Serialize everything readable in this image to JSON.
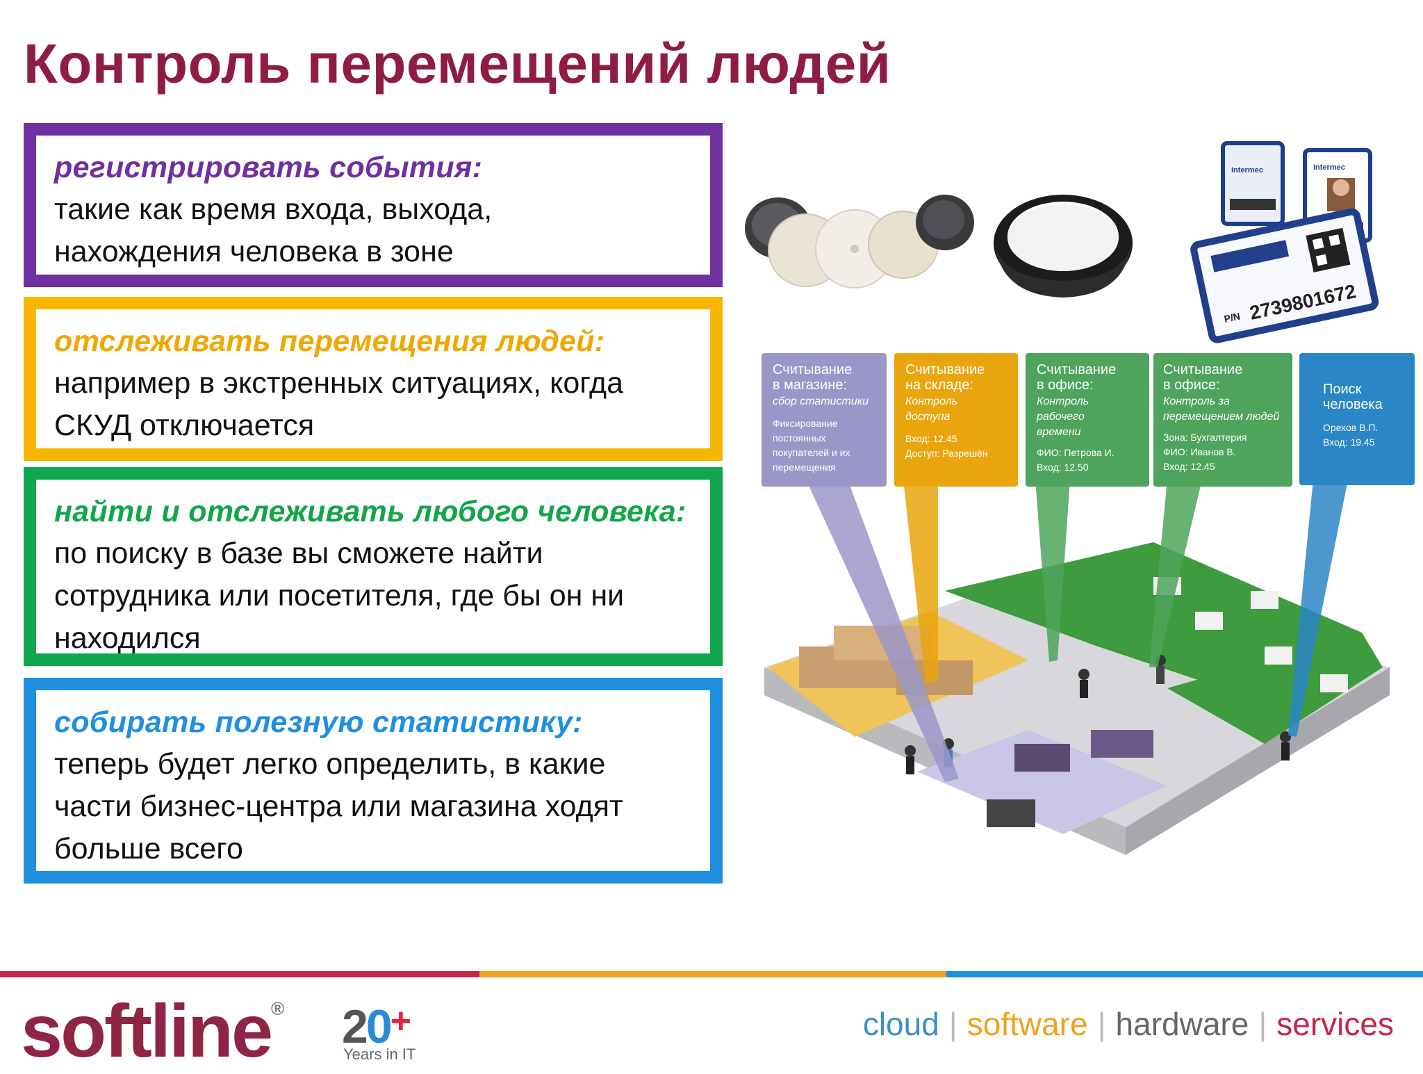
{
  "title": "Контроль перемещений людей",
  "boxes": [
    {
      "heading": "регистрировать события:",
      "lines": [
        "такие как время входа, выхода,",
        "нахождения человека в зоне"
      ]
    },
    {
      "heading": "отслеживать перемещения людей:",
      "lines": [
        "например в экстренных ситуациях, когда",
        "СКУД отключается"
      ]
    },
    {
      "heading": "найти и отслеживать любого человека:",
      "lines": [
        "по поиску в базе вы сможете найти",
        "сотрудника или посетителя, где бы он ни",
        "находился"
      ]
    },
    {
      "heading": "собирать полезную статистику:",
      "lines": [
        "теперь будет легко определить, в какие",
        "части бизнес-центра или магазина ходят",
        "больше всего"
      ]
    }
  ],
  "callouts": [
    {
      "t1": "Считывание",
      "t2": "в магазине:",
      "sub1": "сбор статистики",
      "sub2": "",
      "sub3": "",
      "d1": "Фиксирование",
      "d2": "постоянных",
      "d3": "покупателей и их",
      "d4": "перемещения",
      "color": "#9b96c8"
    },
    {
      "t1": "Считывание",
      "t2": "на складе:",
      "sub1": "Контроль",
      "sub2": "доступа",
      "sub3": "",
      "d1": "Вход: 12.45",
      "d2": "Доступ: Разрешён",
      "d3": "",
      "d4": "",
      "color": "#e9a50d"
    },
    {
      "t1": "Считывание",
      "t2": "в офисе:",
      "sub1": "Контроль",
      "sub2": "рабочего",
      "sub3": "времени",
      "d1": "ФИО: Петрова И.",
      "d2": "Вход: 12.50",
      "d3": "",
      "d4": "",
      "color": "#4ea45c"
    },
    {
      "t1": "Считывание",
      "t2": "в офисе:",
      "sub1": "Контроль за",
      "sub2": "перемещением людей",
      "sub3": "",
      "d1": "Зона: Бухгалтерия",
      "d2": "ФИО: Иванов В.",
      "d3": "Вход: 12.45",
      "d4": "",
      "color": "#4ea45c"
    },
    {
      "t1": "Поиск",
      "t2": "человека",
      "sub1": "",
      "sub2": "",
      "sub3": "",
      "d1": "Орехов В.П.",
      "d2": "Вход: 19.45",
      "d3": "",
      "d4": "",
      "color": "#2a86c5"
    }
  ],
  "card_number": "2739801672",
  "card_prefix": "P/N",
  "card_brand": "Intermec",
  "footer": {
    "logo": "softline",
    "logo_mark": "®",
    "badge_num_a": "2",
    "badge_num_b": "0",
    "badge_plus": "+",
    "badge_sub": "Years in IT",
    "tag_cloud": "cloud",
    "tag_software": "software",
    "tag_hardware": "hardware",
    "tag_services": "services",
    "tag_sep": "|"
  },
  "colors": {
    "title": "#8e1d3f",
    "purple": "#7030a0",
    "yellow": "#f7b600",
    "green": "#0fa74b",
    "blue": "#1f8fe0",
    "stripe_a": "#c6254b",
    "stripe_b": "#f0a21c",
    "stripe_c": "#1f8fe0"
  }
}
